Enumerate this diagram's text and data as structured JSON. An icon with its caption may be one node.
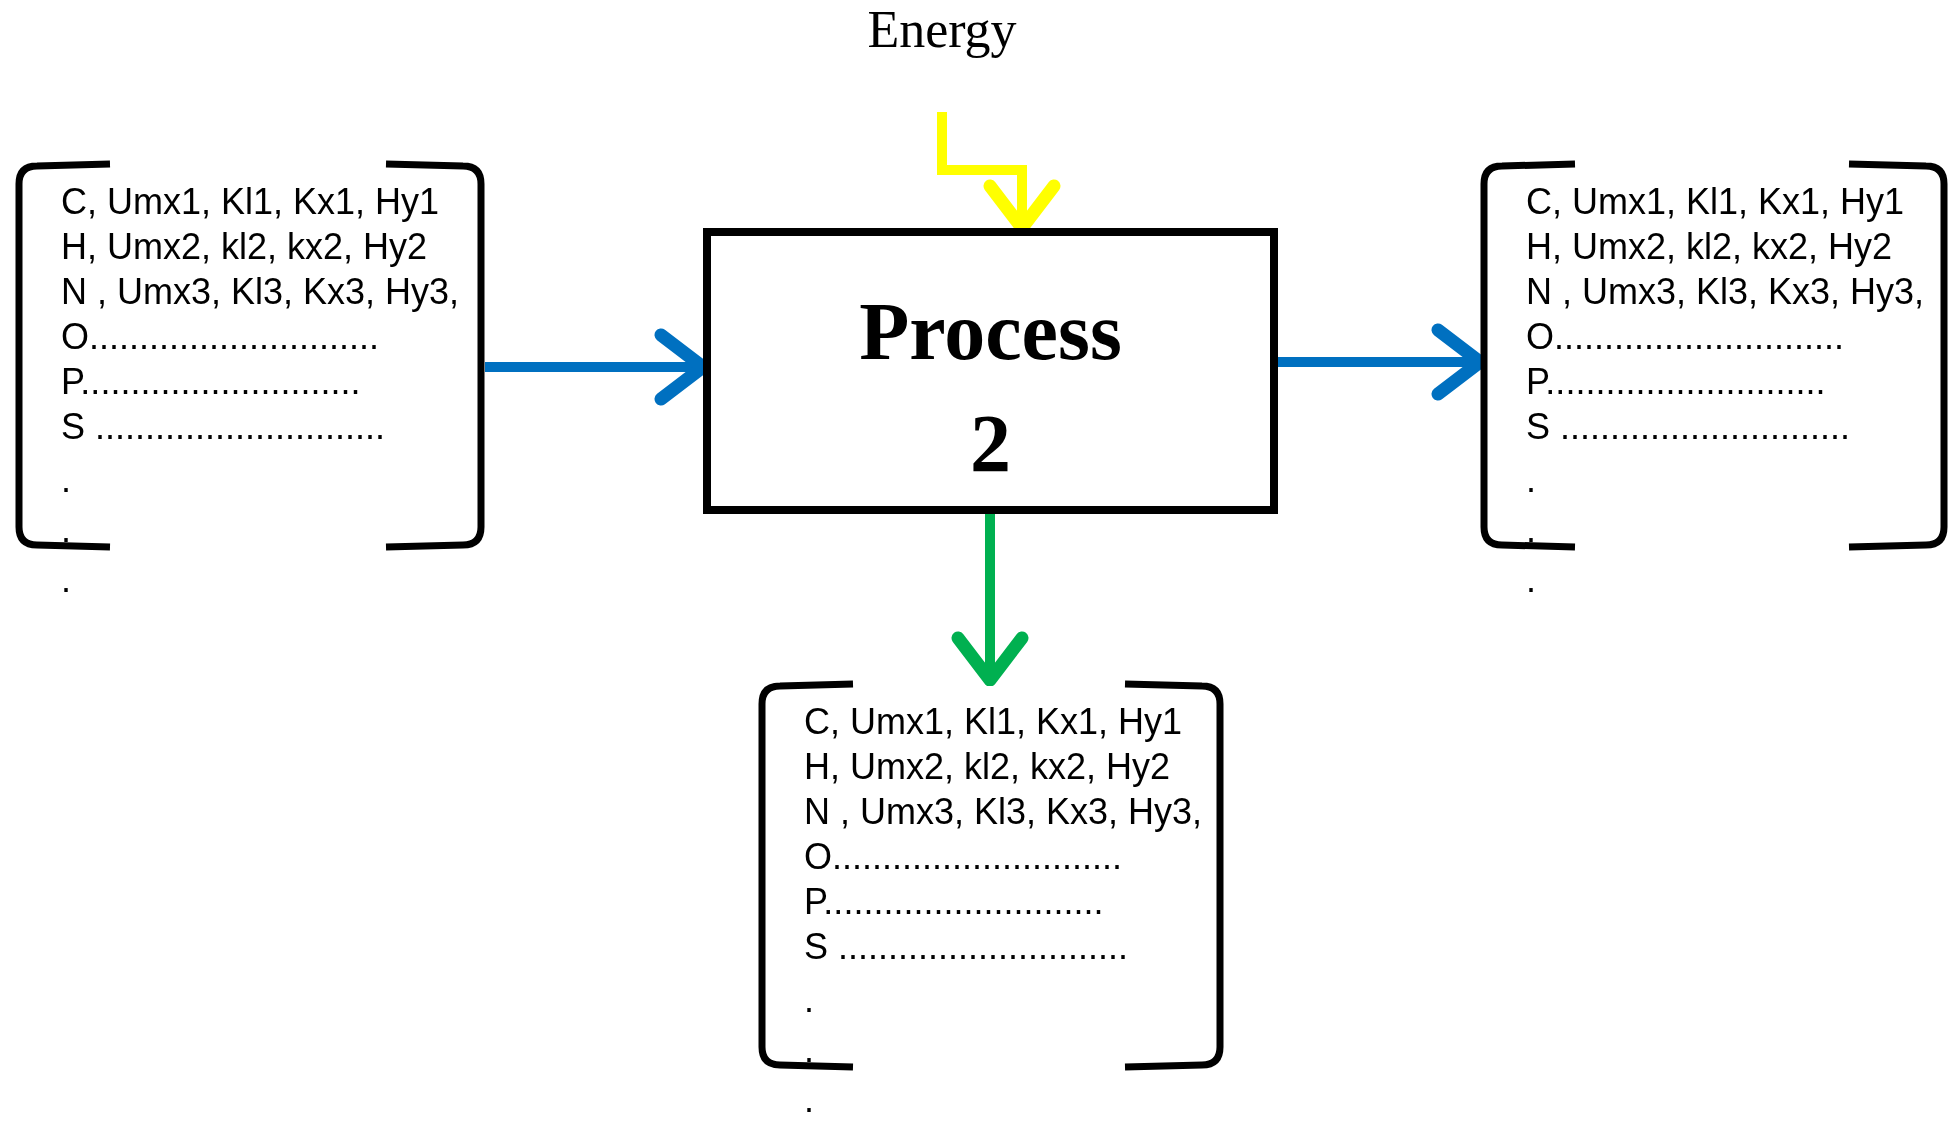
{
  "diagram": {
    "nodes": [
      {
        "text": [
          "Energy"
        ]
      },
      {
        "text": [
          "C, Umx1, Kl1, Kx1, Hy1",
          "H, Umx2, kl2, kx2, Hy2",
          "N , Umx3, Kl3, Kx3, Hy3,",
          "O.............................",
          "P............................",
          "S .............................",
          ".",
          ".",
          "."
        ]
      },
      {
        "text": [
          "Process 2"
        ]
      },
      {
        "text": [
          "C, Umx1, Kl1, Kx1, Hy1",
          "H, Umx2, kl2, kx2, Hy2",
          "N , Umx3, Kl3, Kx3, Hy3,",
          "O.............................",
          "P............................",
          "S .............................",
          ".",
          ".",
          "."
        ]
      },
      {
        "text": [
          "C, Umx1, Kl1, Kx1, Hy1",
          "H, Umx2, kl2, kx2, Hy2",
          "N , Umx3, Kl3, Kx3, Hy3,",
          "O.............................",
          "P............................",
          "S .............................",
          ".",
          ".",
          "."
        ]
      }
    ],
    "edges": [
      {
        "from": 0,
        "to": 2,
        "arrow": "to",
        "color": "#ffff00"
      },
      {
        "from": 1,
        "to": 2,
        "arrow": "to",
        "color": "#0070c0"
      },
      {
        "from": 2,
        "to": 3,
        "arrow": "to",
        "color": "#0070c0"
      },
      {
        "from": 2,
        "to": 4,
        "arrow": "to",
        "color": "#00b050"
      }
    ]
  }
}
